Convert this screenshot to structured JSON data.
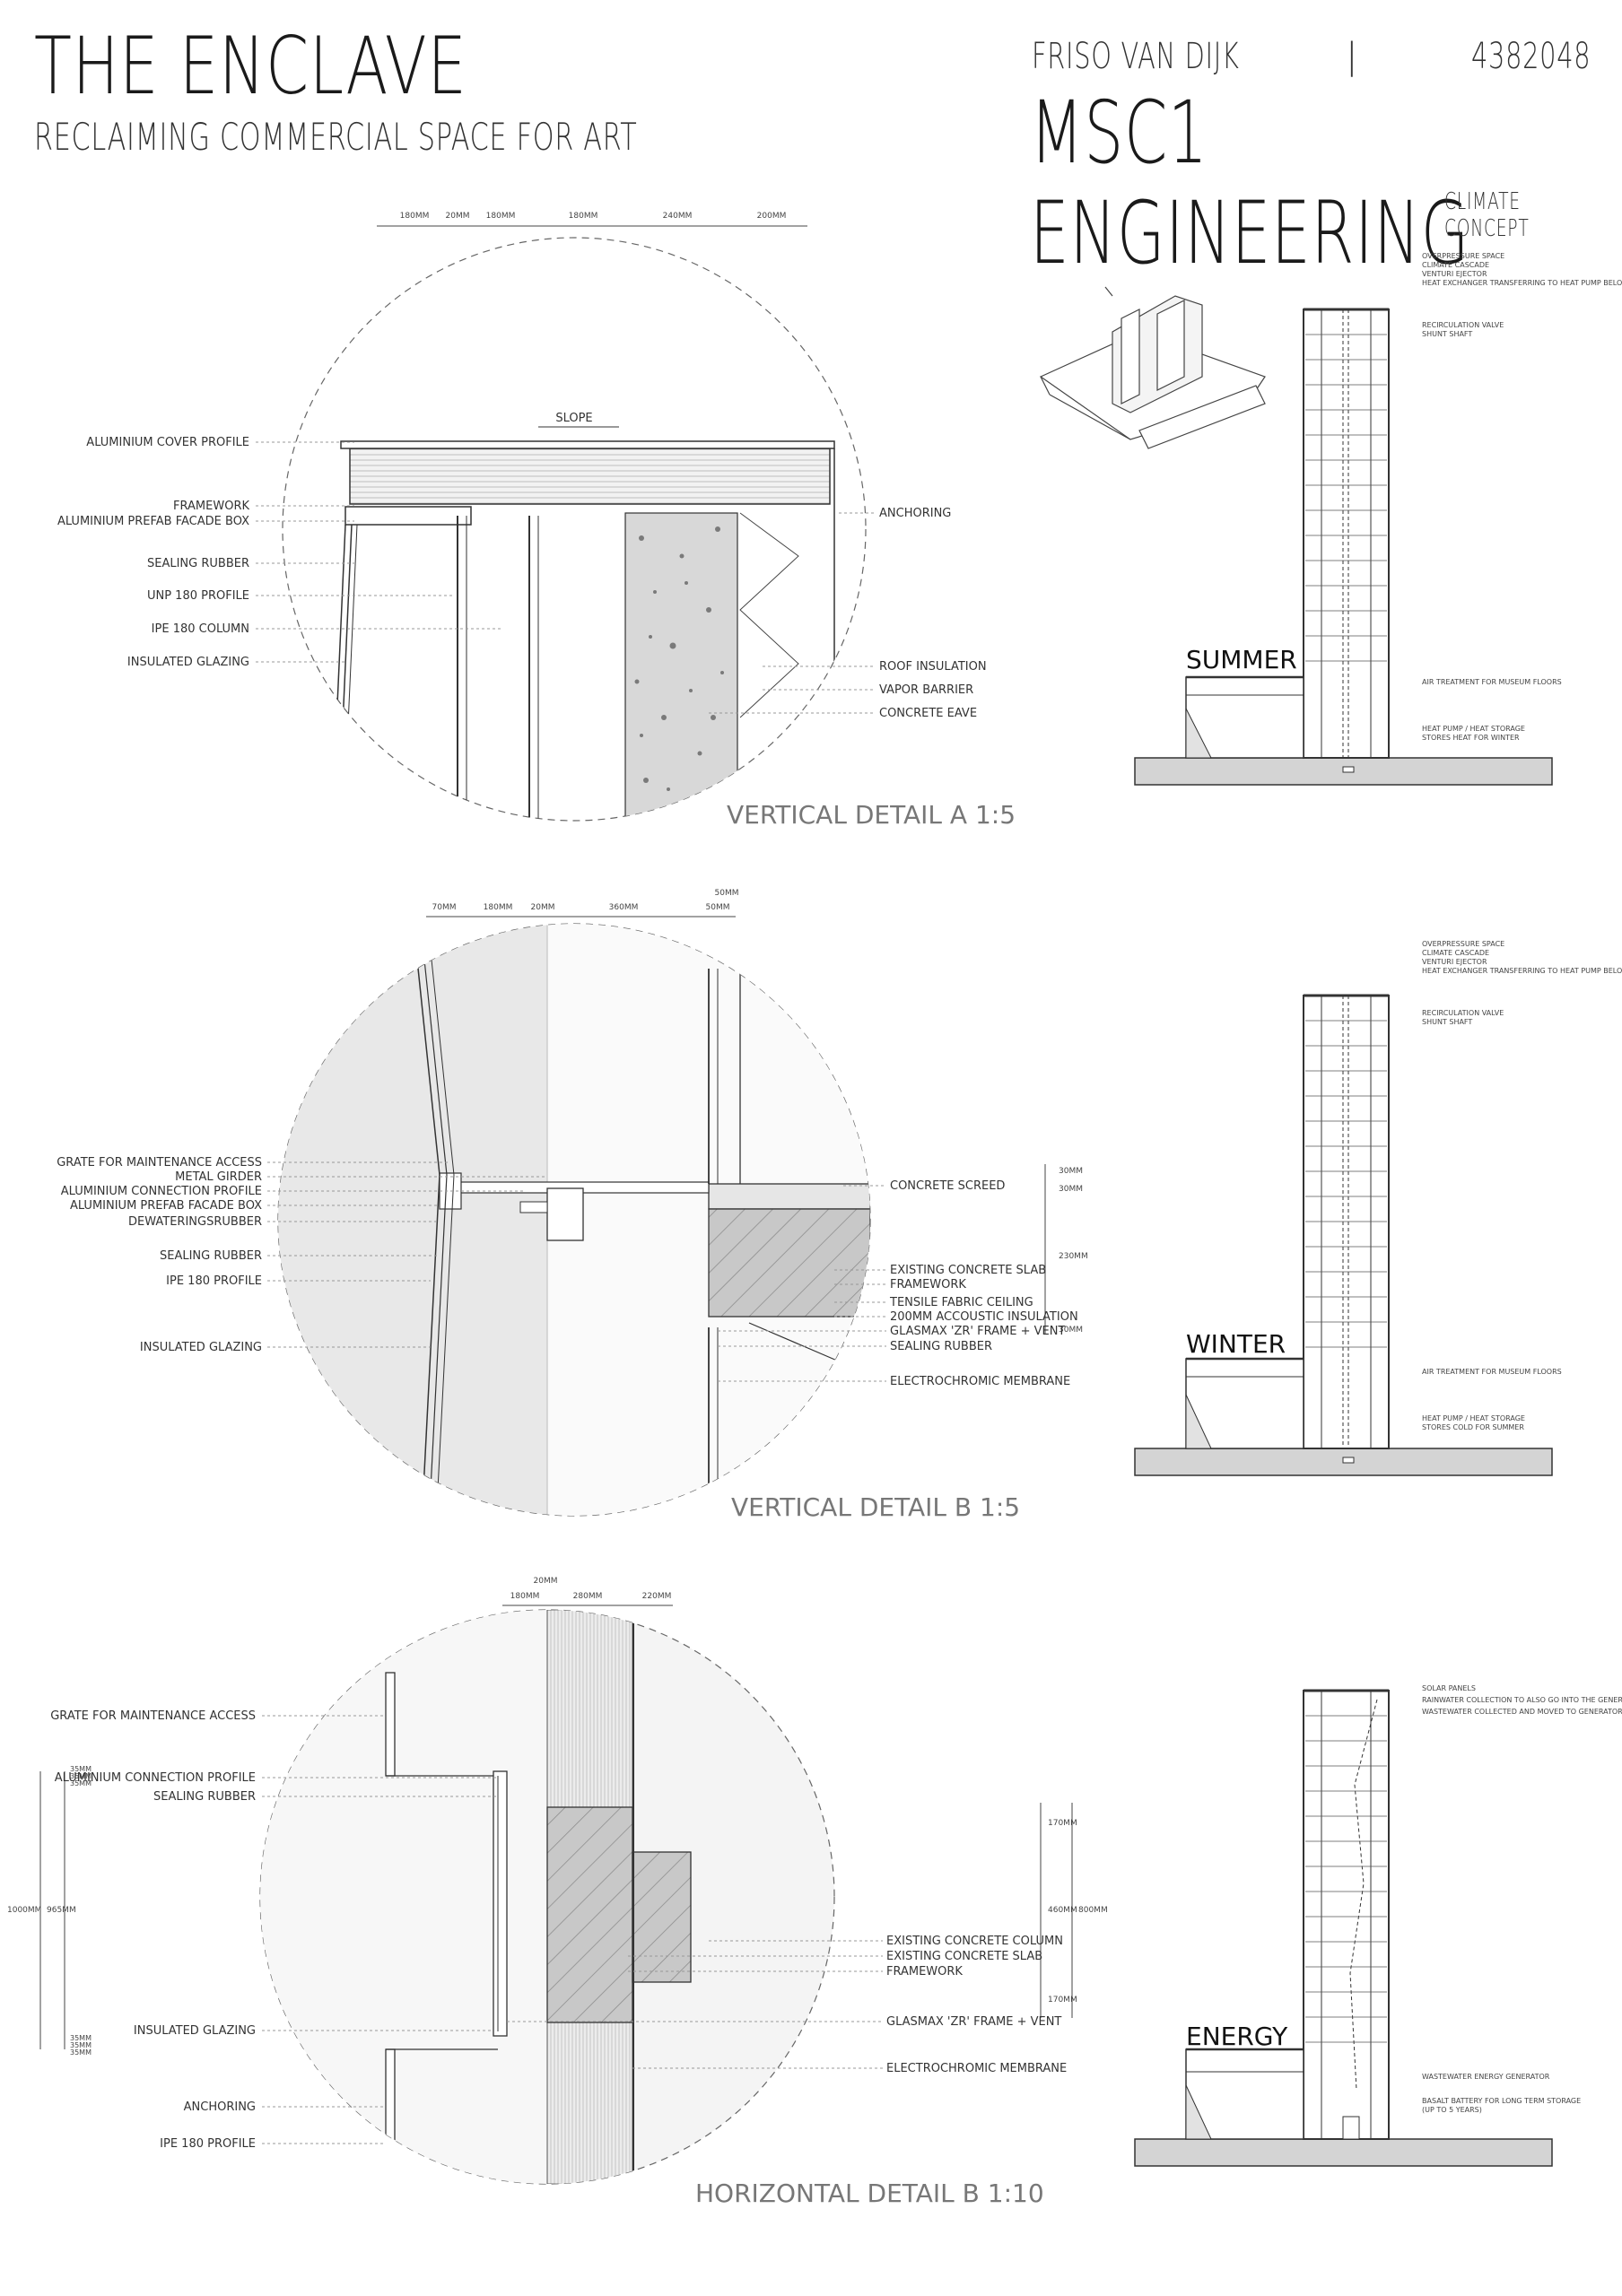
{
  "header": {
    "title": "THE ENCLAVE",
    "subtitle": "RECLAIMING COMMERCIAL SPACE FOR ART",
    "author": "FRISO VAN DIJK",
    "separator": "|",
    "student_number": "4382048",
    "course": "MSC1   ENGINEERING",
    "section_label": "CLIMATE CONCEPT"
  },
  "details": {
    "a": {
      "caption": "VERTICAL DETAIL A 1:5",
      "slope": "SLOPE",
      "dims": [
        "180MM",
        "20MM",
        "180MM",
        "180MM",
        "240MM",
        "200MM"
      ],
      "left_labels": [
        "ALUMINIUM COVER PROFILE",
        "FRAMEWORK",
        "ALUMINIUM PREFAB FACADE BOX",
        "SEALING RUBBER",
        "UNP 180 PROFILE",
        "IPE 180 COLUMN",
        "INSULATED GLAZING"
      ],
      "right_labels": [
        "ANCHORING",
        "ROOF INSULATION",
        "VAPOR BARRIER",
        "CONCRETE EAVE"
      ]
    },
    "b": {
      "caption": "VERTICAL DETAIL B 1:5",
      "dims": [
        "70MM",
        "180MM",
        "20MM",
        "360MM",
        "50MM",
        "50MM"
      ],
      "vdims": [
        "30MM",
        "30MM",
        "230MM",
        "30MM"
      ],
      "left_labels": [
        "GRATE FOR MAINTENANCE ACCESS",
        "METAL GIRDER",
        "ALUMINIUM CONNECTION PROFILE",
        "ALUMINIUM PREFAB FACADE BOX",
        "DEWATERINGSRUBBER",
        "SEALING RUBBER",
        "IPE 180 PROFILE",
        "INSULATED GLAZING"
      ],
      "right_labels": [
        "CONCRETE SCREED",
        "EXISTING CONCRETE SLAB",
        "FRAMEWORK",
        "TENSILE FABRIC CEILING",
        "200MM ACCOUSTIC INSULATION",
        "GLASMAX 'ZR' FRAME + VENT",
        "SEALING RUBBER",
        "ELECTROCHROMIC MEMBRANE"
      ]
    },
    "c": {
      "caption": "HORIZONTAL DETAIL B 1:10",
      "dims": [
        "20MM",
        "180MM",
        "280MM",
        "220MM"
      ],
      "vdims_left": [
        "35MM",
        "35MM",
        "35MM",
        "1000MM",
        "965MM",
        "35MM",
        "35MM",
        "35MM"
      ],
      "vdims_right": [
        "170MM",
        "460MM",
        "800MM",
        "170MM"
      ],
      "left_labels": [
        "GRATE FOR MAINTENANCE ACCESS",
        "ALUMINIUM CONNECTION PROFILE",
        "SEALING RUBBER",
        "INSULATED GLAZING",
        "ANCHORING",
        "IPE 180 PROFILE"
      ],
      "right_labels": [
        "EXISTING CONCRETE COLUMN",
        "EXISTING CONCRETE SLAB",
        "FRAMEWORK",
        "GLASMAX 'ZR' FRAME + VENT",
        "ELECTROCHROMIC MEMBRANE"
      ]
    }
  },
  "sections": {
    "summer": {
      "title": "SUMMER",
      "top_labels": [
        "OVERPRESSURE SPACE",
        "CLIMATE CASCADE",
        "VENTURI EJECTOR",
        "HEAT EXCHANGER TRANSFERRING TO HEAT PUMP BELOW",
        "RECIRCULATION VALVE",
        "SHUNT SHAFT"
      ],
      "mid_label": "AIR TREATMENT FOR MUSEUM FLOORS",
      "bottom_labels": [
        "HEAT PUMP / HEAT STORAGE",
        "STORES HEAT FOR WINTER"
      ]
    },
    "winter": {
      "title": "WINTER",
      "top_labels": [
        "OVERPRESSURE SPACE",
        "CLIMATE CASCADE",
        "VENTURI EJECTOR",
        "HEAT EXCHANGER TRANSFERRING TO HEAT PUMP BELOW",
        "RECIRCULATION VALVE",
        "SHUNT SHAFT"
      ],
      "mid_label": "AIR TREATMENT FOR MUSEUM FLOORS",
      "bottom_labels": [
        "HEAT PUMP / HEAT STORAGE",
        "STORES COLD FOR SUMMER"
      ]
    },
    "energy": {
      "title": "ENERGY",
      "top_labels": [
        "SOLAR PANELS",
        "RAINWATER COLLECTION TO ALSO GO INTO THE GENERATOR",
        "WASTEWATER COLLECTED AND MOVED TO GENERATOR"
      ],
      "bottom_labels": [
        "WASTEWATER ENERGY GENERATOR",
        "BASALT BATTERY FOR LONG TERM STORAGE",
        "(UP TO 5 YEARS)"
      ]
    }
  }
}
